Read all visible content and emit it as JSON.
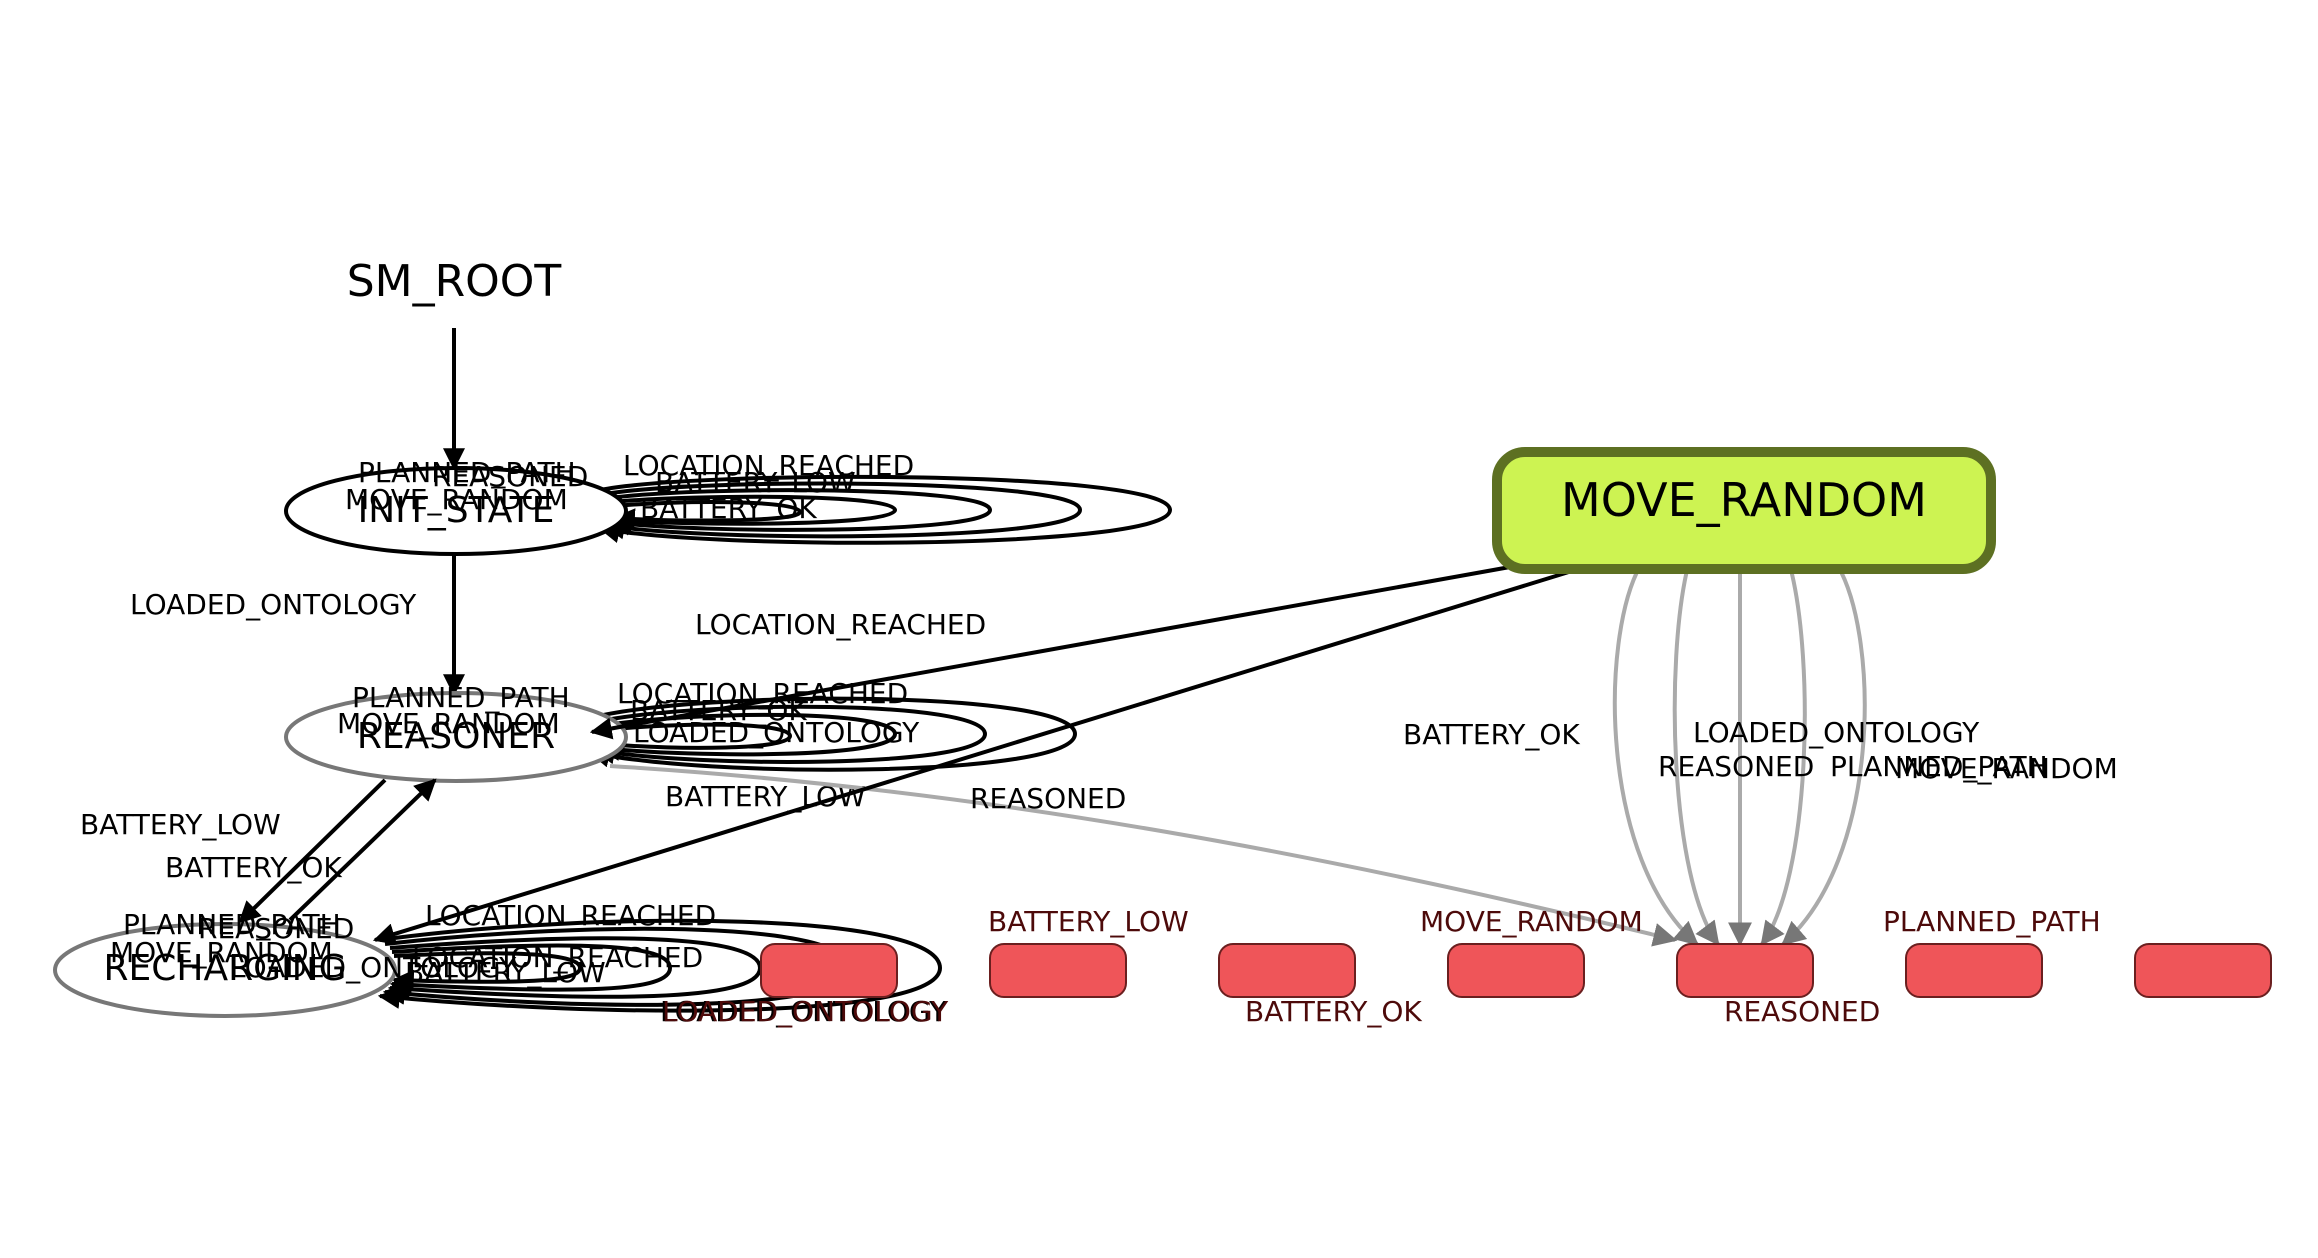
{
  "diagram": {
    "root": "SM_ROOT",
    "active_state": "MOVE_RANDOM",
    "states": {
      "init": "INIT_STATE",
      "reasoner": "REASONER",
      "recharging": "RECHARGING"
    },
    "init_loops": [
      "PLANNED_PATH",
      "REASONED",
      "MOVE_RANDOM",
      "LOCATION_REACHED",
      "BATTERY_LOW",
      "BATTERY_OK"
    ],
    "init_to_reasoner": "LOADED_ONTOLOGY",
    "reasoner_loops": [
      "PLANNED_PATH",
      "MOVE_RANDOM",
      "LOCATION_REACHED",
      "BATTERY_OK",
      "LOADED_ONTOLOGY",
      "BATTERY_LOW"
    ],
    "reasoner_to_recharging": "BATTERY_LOW",
    "recharging_to_reasoner": "BATTERY_OK",
    "reasoner_to_outcome": "REASONED",
    "recharging_loops": [
      "PLANNED_PATH",
      "REASONED",
      "MOVE_RANDOM",
      "LOCATION_REACHED",
      "LOCATION_REACHED",
      "LOADED_ONTOLOGY",
      "BATTERY_LOW",
      "LOADED_ONTOLOGY"
    ],
    "move_random_to_reasoner": "LOCATION_REACHED",
    "move_random_out": [
      "BATTERY_OK",
      "LOADED_ONTOLOGY",
      "REASONED",
      "PLANNED_PATH",
      "MOVE_RANDOM"
    ],
    "outcomes": [
      {
        "top": "",
        "bottom": "LOADED_ONTOLOGY"
      },
      {
        "top": "BATTERY_LOW",
        "bottom": ""
      },
      {
        "top": "",
        "bottom": "BATTERY_OK"
      },
      {
        "top": "MOVE_RANDOM",
        "bottom": ""
      },
      {
        "top": "",
        "bottom": "REASONED"
      },
      {
        "top": "PLANNED_PATH",
        "bottom": ""
      },
      {
        "top": "",
        "bottom": ""
      }
    ],
    "colors": {
      "active_fill": "#cdf352",
      "active_stroke": "#5d7022",
      "outcome_fill": "#ef5559",
      "outcome_stroke": "#6b1f1f",
      "inactive_stroke": "#777777",
      "edge": "#000000",
      "edge_gray": "#aaaaaa"
    }
  }
}
